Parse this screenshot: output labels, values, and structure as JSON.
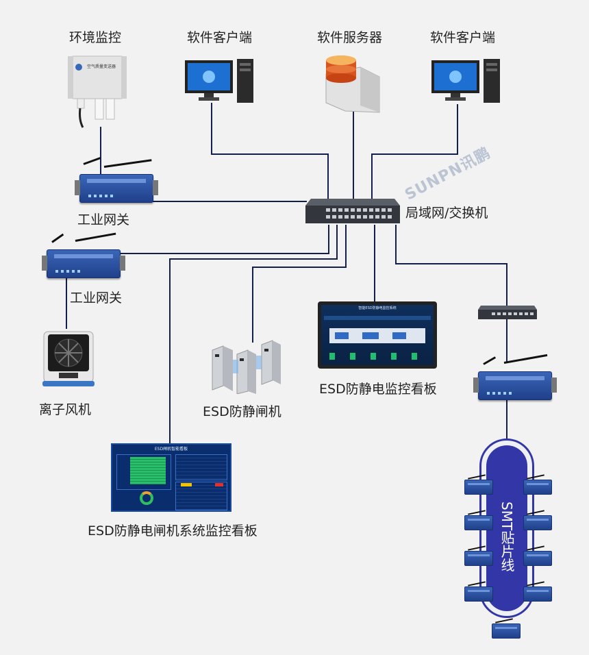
{
  "labels": {
    "env_monitor": "环境监控",
    "client_left": "软件客户端",
    "server": "软件服务器",
    "client_right": "软件客户端",
    "switch": "局域网/交换机",
    "gateway_1": "工业网关",
    "gateway_2": "工业网关",
    "ion_fan": "离子风机",
    "gate": "ESD防静闸机",
    "esd_board": "ESD防静电监控看板",
    "gate_board": "ESD防静电闸机系统监控看板",
    "smt_line": "SMT贴片线"
  },
  "device_text": {
    "sensor_title": "空气质量变送器",
    "board_title": "智能ESD防静电监控系统",
    "gate_board_title": "ESD闸机智能看板"
  },
  "watermark": "SUNPN讯鹏",
  "colors": {
    "link": "#141e4a",
    "accent_blue": "#2b4fa0",
    "smt_fill": "#3236a6"
  }
}
